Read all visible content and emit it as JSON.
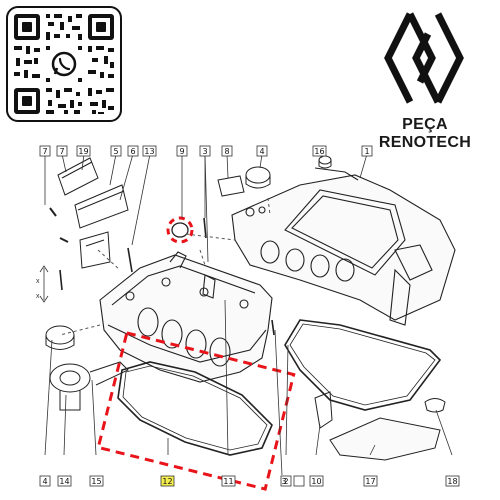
{
  "brand": {
    "name": "PEÇA RENOTECH",
    "logo_icon": "renault-diamond-logo-icon",
    "qr_icon": "whatsapp-qr-code-icon",
    "whatsapp_icon": "whatsapp-icon"
  },
  "colors": {
    "highlight_dash": "#e8141a",
    "highlight_box": "#f4ee4e",
    "line": "#222222"
  },
  "callouts": {
    "top": [
      "7",
      "7",
      "19",
      "5",
      "6",
      "13",
      "9",
      "3",
      "8",
      "4",
      "16",
      "1"
    ],
    "bottom": [
      "4",
      "14",
      "15",
      "12",
      "11",
      "2",
      "3",
      "10",
      "17",
      "18"
    ],
    "side_arrows": [
      "x",
      "x"
    ]
  }
}
